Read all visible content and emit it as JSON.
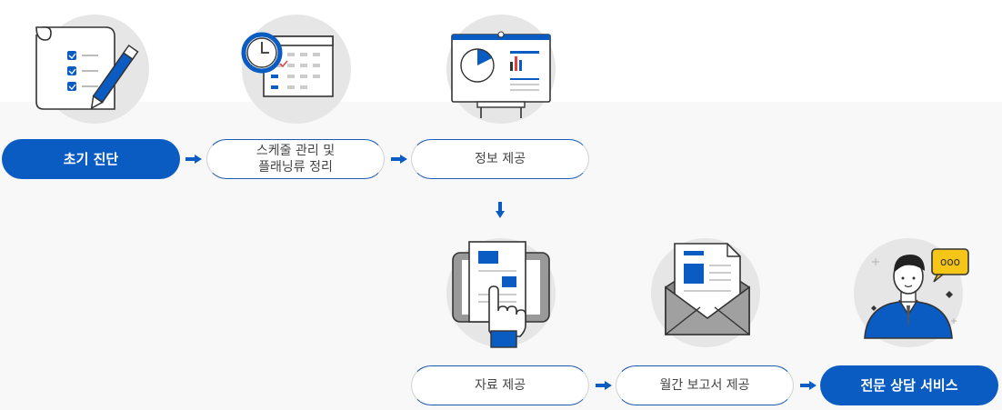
{
  "steps": [
    {
      "label": "초기 진단",
      "style": "filled",
      "icon": "checklist-pen-icon"
    },
    {
      "label": "스케줄 관리 및\n플래닝류 정리",
      "style": "outline",
      "icon": "clock-calendar-icon"
    },
    {
      "label": "정보 제공",
      "style": "outline",
      "icon": "presentation-board-icon"
    },
    {
      "label": "자료 제공",
      "style": "outline",
      "icon": "tablet-document-touch-icon"
    },
    {
      "label": "월간 보고서 제공",
      "style": "outline",
      "icon": "envelope-report-icon"
    },
    {
      "label": "전문 상담 서비스",
      "style": "filled",
      "icon": "consultant-person-icon"
    }
  ],
  "colors": {
    "accent": "#0a5cc2",
    "outline": "#d2d2d2",
    "icon_bg": "#e6e6e6",
    "band": "#f8f8f8",
    "ink": "#333333"
  },
  "speech_bubble_text": "ooo"
}
